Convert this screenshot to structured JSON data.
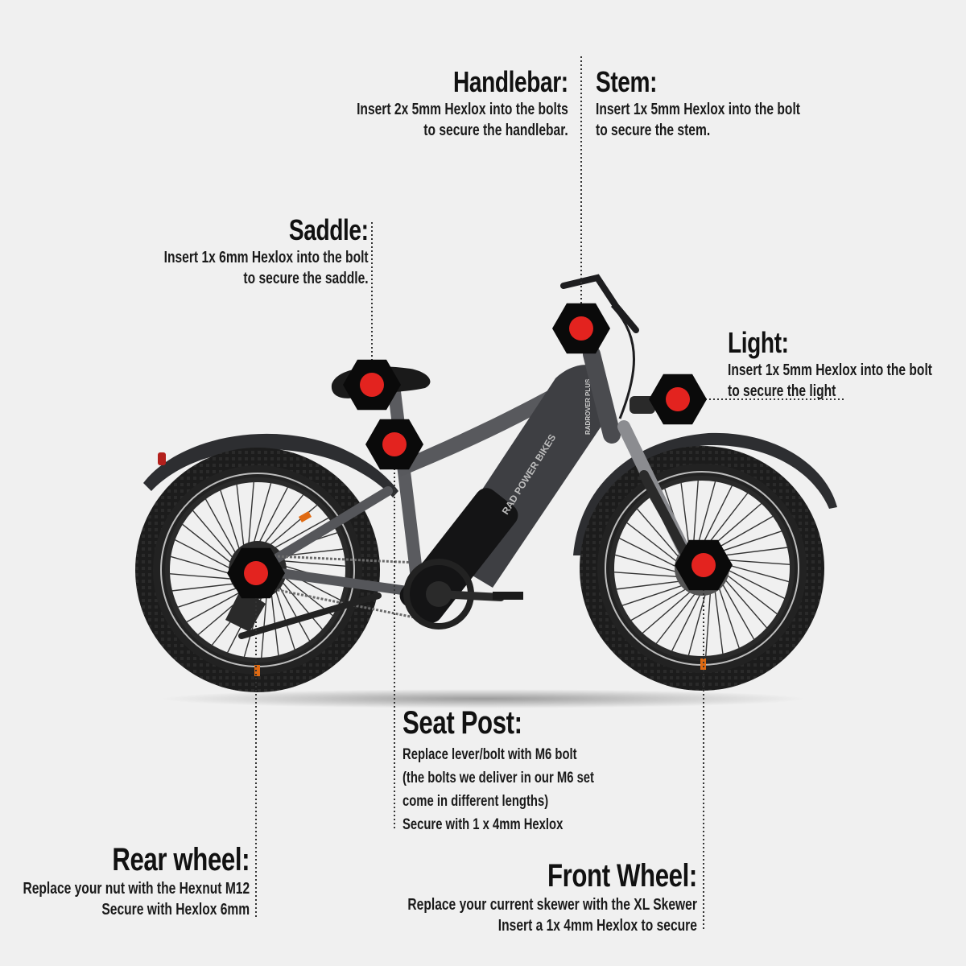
{
  "colors": {
    "background": "#f0f0f0",
    "marker_fill": "#0a0a0a",
    "marker_dot": "#e3231f",
    "frame": "#4a4b4f",
    "tire": "#1b1b1b",
    "accent_orange": "#e06a12"
  },
  "bike": {
    "downtube_brand": "RAD POWER BIKES",
    "headtube_model": "RADROVER PLUS"
  },
  "callouts": {
    "handlebar": {
      "title": "Handlebar:",
      "lines": [
        "Insert 2x 5mm Hexlox into the bolts",
        "to secure the handlebar."
      ]
    },
    "stem": {
      "title": "Stem:",
      "lines": [
        "Insert 1x 5mm Hexlox into the bolt",
        "to secure the stem."
      ]
    },
    "saddle": {
      "title": "Saddle:",
      "lines": [
        "Insert  1x 6mm Hexlox into the bolt",
        "to secure the saddle."
      ]
    },
    "light": {
      "title": "Light:",
      "lines": [
        "Insert 1x 5mm Hexlox into the bolt",
        "to secure the light"
      ]
    },
    "seat_post": {
      "title": "Seat Post:",
      "lines": [
        "Replace lever/bolt with M6 bolt",
        "(the bolts we deliver in our M6 set",
        "come in different lengths)",
        "Secure with 1 x 4mm Hexlox"
      ]
    },
    "rear_wheel": {
      "title": "Rear wheel:",
      "lines": [
        "Replace your nut with the Hexnut M12",
        "Secure with Hexlox 6mm"
      ]
    },
    "front_wheel": {
      "title": "Front Wheel:",
      "lines": [
        "Replace your current skewer with the XL Skewer",
        "Insert a 1x 4mm Hexlox to secure"
      ]
    }
  },
  "markers": [
    {
      "name": "handlebar-marker"
    },
    {
      "name": "saddle-marker"
    },
    {
      "name": "light-marker"
    },
    {
      "name": "seat-post-marker"
    },
    {
      "name": "rear-wheel-marker"
    },
    {
      "name": "front-wheel-marker"
    }
  ]
}
